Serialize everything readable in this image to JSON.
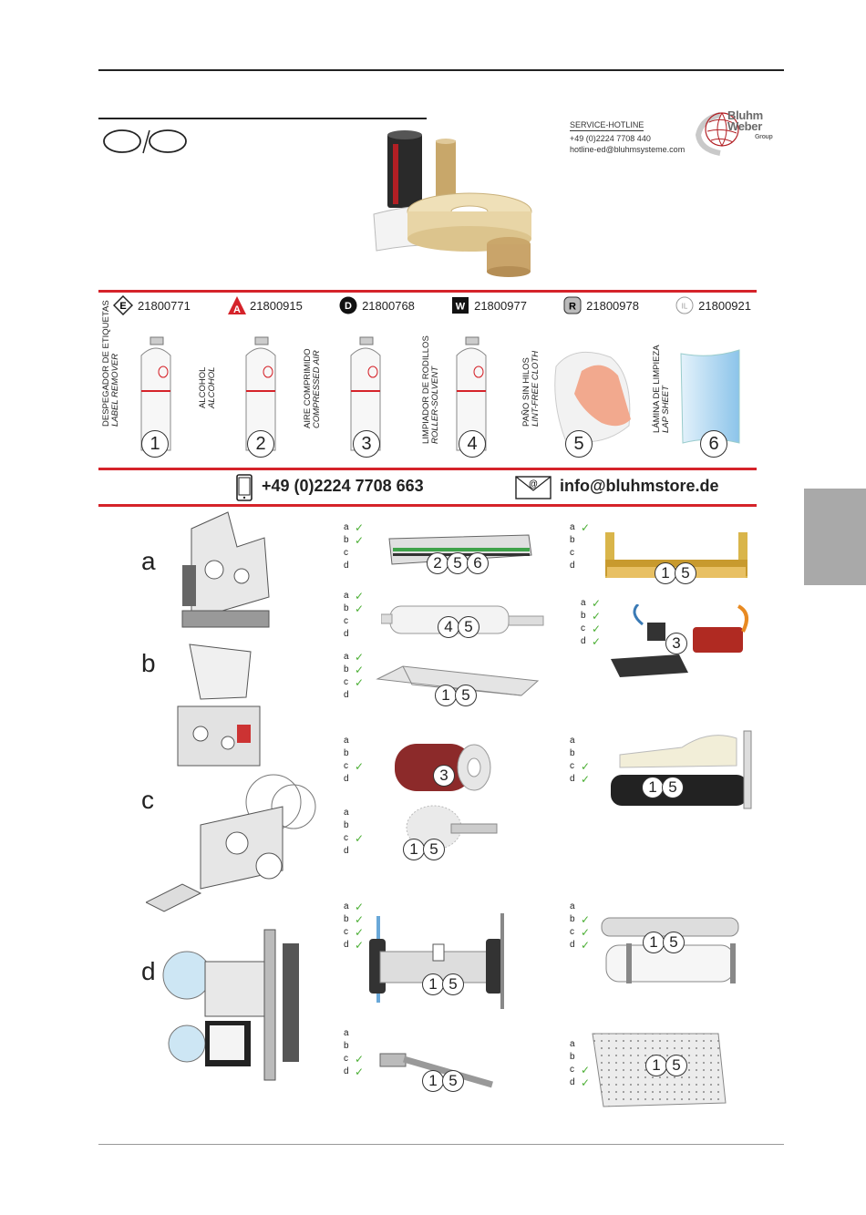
{
  "service": {
    "title": "SERVICE-HOTLINE",
    "phone": "+49 (0)2224 7708 440",
    "email": "hotline-ed@bluhmsysteme.com"
  },
  "logo": {
    "line1": "Bluhm",
    "line2": "Weber",
    "line3": "Group"
  },
  "products": [
    {
      "symbol": "E",
      "number": "21800771"
    },
    {
      "symbol": "A",
      "number": "21800915"
    },
    {
      "symbol": "D",
      "number": "21800768"
    },
    {
      "symbol": "W",
      "number": "21800977"
    },
    {
      "symbol": "R",
      "number": "21800978"
    },
    {
      "symbol": "IL",
      "number": "21800921"
    }
  ],
  "supplies": [
    {
      "num": "1",
      "es": "DESPEGADOR DE ETIQUETAS",
      "en": "LABEL REMOVER"
    },
    {
      "num": "2",
      "es": "ALCOHOL",
      "en": "ALCOHOL"
    },
    {
      "num": "3",
      "es": "AIRE COMPRIMIDO",
      "en": "COMPRESSED AIR"
    },
    {
      "num": "4",
      "es": "LIMPIADOR DE RODILLOS",
      "en": "ROLLER-SOLVENT"
    },
    {
      "num": "5",
      "es": "PAÑO SIN HILOS",
      "en": "LINT-FREE CLOTH"
    },
    {
      "num": "6",
      "es": "LÁMINA DE LIMPIEZA",
      "en": "LAP SHEET"
    }
  ],
  "contact": {
    "phone": "+49 (0)2224 7708 663",
    "email": "info@bluhmstore.de"
  },
  "machines": [
    "a",
    "b",
    "c",
    "d"
  ],
  "check": "✓",
  "rowletters": [
    "a",
    "b",
    "c",
    "d"
  ],
  "parts": [
    {
      "nums": [
        "2",
        "5",
        "6"
      ],
      "checks": [
        true,
        true,
        false,
        false
      ]
    },
    {
      "nums": [
        "1",
        "5"
      ],
      "checks": [
        true,
        false,
        false,
        false
      ]
    },
    {
      "nums": [
        "4",
        "5"
      ],
      "checks": [
        true,
        true,
        false,
        false
      ]
    },
    {
      "nums": [
        "3"
      ],
      "checks": [
        true,
        true,
        true,
        true
      ]
    },
    {
      "nums": [
        "1",
        "5"
      ],
      "checks": [
        true,
        true,
        true,
        false
      ]
    },
    {
      "nums": [
        "3"
      ],
      "checks": [
        false,
        false,
        true,
        false
      ]
    },
    {
      "nums": [
        "1",
        "5"
      ],
      "checks": [
        false,
        false,
        true,
        true
      ]
    },
    {
      "nums": [
        "1",
        "5"
      ],
      "checks": [
        false,
        false,
        true,
        false
      ]
    },
    {
      "nums": [
        "1",
        "5"
      ],
      "checks": [
        true,
        true,
        true,
        true
      ]
    },
    {
      "nums": [
        "1",
        "5"
      ],
      "checks": [
        false,
        true,
        true,
        true
      ]
    },
    {
      "nums": [
        "1",
        "5"
      ],
      "checks": [
        false,
        false,
        true,
        true
      ]
    },
    {
      "nums": [
        "1",
        "5"
      ],
      "checks": [
        false,
        false,
        true,
        true
      ]
    }
  ]
}
